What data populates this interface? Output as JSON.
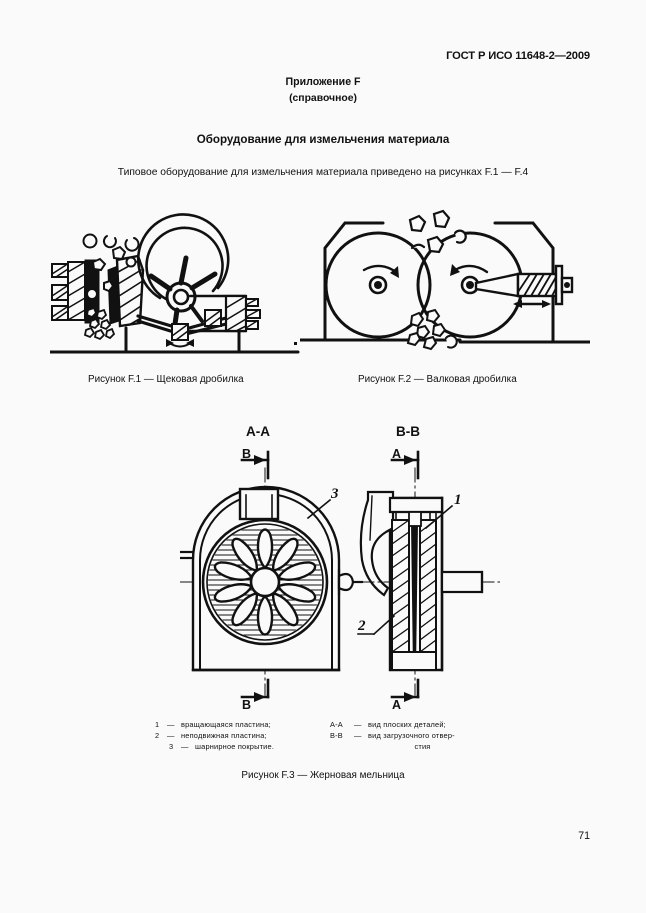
{
  "document": {
    "standard_header": "ГОСТ Р ИСО 11648-2—2009",
    "annex_title": "Приложение F",
    "annex_subtitle": "(справочное)",
    "section_title": "Оборудование для измельчения материала",
    "intro_paragraph": "Типовое оборудование для измельчения материала приведено на рисунках F.1 — F.4",
    "page_number": "71",
    "background_color": "#fafafa",
    "ink_color": "#111111"
  },
  "figures": [
    {
      "id": "F.1",
      "caption": "Рисунок F.1 — Щековая дробилка",
      "name": "jaw-crusher"
    },
    {
      "id": "F.2",
      "caption": "Рисунок F.2 — Валковая дробилка",
      "name": "roll-crusher"
    },
    {
      "id": "F.3",
      "caption": "Рисунок F.3 — Жерновая мельница",
      "name": "burr-mill",
      "view_labels": {
        "left_view": "А-А",
        "right_view": "В-В",
        "left_section_marker": "В",
        "right_section_marker": "А"
      },
      "callouts": [
        "1",
        "2",
        "3"
      ]
    }
  ],
  "legend": {
    "left_column": [
      {
        "num": "1",
        "dash": "—",
        "text": "вращающаяся      пластина;"
      },
      {
        "num": "2",
        "dash": "—",
        "text": "неподвижная       пластина;"
      },
      {
        "num": "3",
        "dash": "—",
        "text": "шарнирное покрытие."
      }
    ],
    "right_column": [
      {
        "num": "А-А",
        "dash": "—",
        "text": "вид  плоских    деталей;"
      },
      {
        "num": "В-В",
        "dash": "—",
        "text": "вид  загрузочного отвер-"
      },
      {
        "num": "",
        "dash": "",
        "text": "стия"
      }
    ]
  }
}
